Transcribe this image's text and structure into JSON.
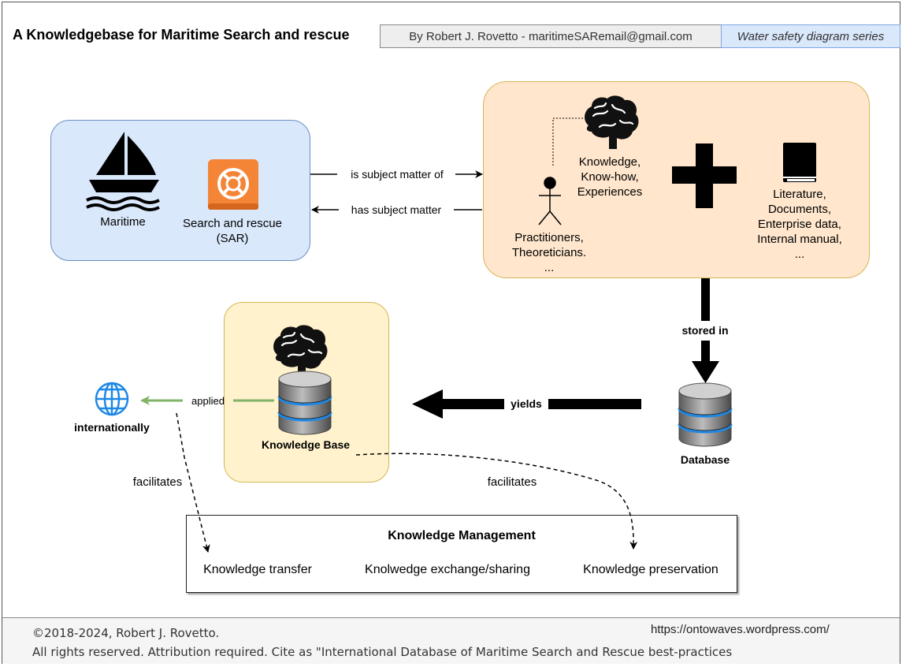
{
  "header": {
    "title": "A Knowledgebase for Maritime Search and rescue",
    "author": "By Robert J. Rovetto - maritimeSARemail@gmail.com",
    "series": "Water safety diagram series"
  },
  "maritime_box": {
    "maritime_label": "Maritime",
    "sar_label_line1": "Search and rescue",
    "sar_label_line2": "(SAR)"
  },
  "relations": {
    "forward": "is subject matter of",
    "backward": "has subject matter"
  },
  "knowledge_box": {
    "knowledge_lines": [
      "Knowledge,",
      "Know-how,",
      "Experiences"
    ],
    "people_lines": [
      "Practitioners,",
      "Theoreticians.",
      "..."
    ],
    "literature_lines": [
      "Literature,",
      "Documents,",
      "Enterprise data,",
      "Internal manual,",
      "..."
    ]
  },
  "flow": {
    "stored_in": "stored in",
    "database": "Database",
    "yields": "yields",
    "knowledge_base": "Knowledge Base",
    "applied": "applied",
    "internationally": "internationally",
    "facilitates_left": "facilitates",
    "facilitates_right": "facilitates"
  },
  "knowledge_management": {
    "title": "Knowledge Management",
    "items": [
      "Knowledge transfer",
      "Knolwedge exchange/sharing",
      "Knowledge preservation"
    ]
  },
  "footer": {
    "copyright": "©2018-2024, Robert J. Rovetto.",
    "url": "https://ontowaves.wordpress.com/",
    "rights": "All rights reserved. Attribution required. Cite as \"International Database of Maritime Search and Rescue best-practices"
  },
  "colors": {
    "maritime_fill": "#dae8fc",
    "knowledge_fill": "#ffe6cc",
    "kb_fill": "#fff2cc",
    "sar_icon": "#f58536",
    "applied_arrow": "#82b366",
    "globe": "#1e88e5"
  }
}
